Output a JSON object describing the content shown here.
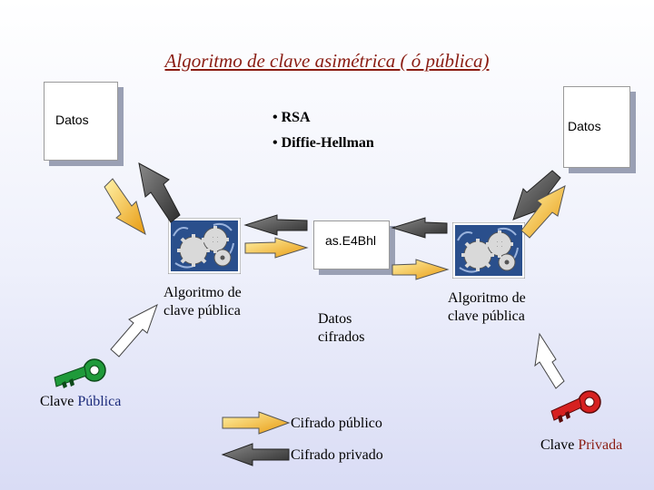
{
  "title": "Algoritmo de clave asimétrica ( ó pública)",
  "data_left": "Datos",
  "data_right": "Datos",
  "bullets": [
    "• RSA",
    "• Diffie-Hellman"
  ],
  "ciphertext": "as.E4Bhl",
  "algorithm_left": "Algoritmo de clave pública",
  "algorithm_right": "Algoritmo de clave pública",
  "encrypted_data": [
    "Datos",
    "cifrados"
  ],
  "public_key": {
    "word1": "Clave",
    "word2": "Pública"
  },
  "private_key": {
    "word1": "Clave",
    "word2": "Privada"
  },
  "legend": {
    "public_label": "Cifrado público",
    "private_label": "Cifrado privado",
    "public_color": "#f5b820",
    "private_color": "#4a4a4a"
  },
  "icons": {
    "public_key": "green-key-icon",
    "private_key": "red-key-icon",
    "gears": "gears-icon"
  }
}
